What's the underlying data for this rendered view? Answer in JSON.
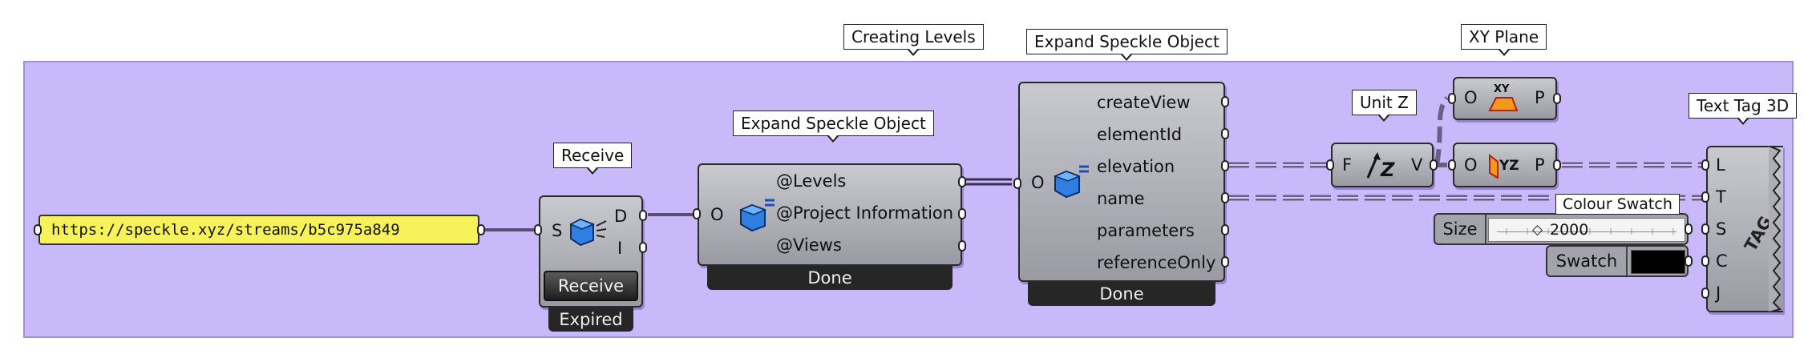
{
  "colors": {
    "group": "#c8b9fb",
    "panel": "#f7f25a",
    "component": "#b4b4bc",
    "footer": "#262626",
    "wire": "#5a4e72"
  },
  "panel": {
    "text": "https://speckle.xyz/streams/b5c975a849"
  },
  "receive": {
    "tag": "Receive",
    "inputs": [
      "S"
    ],
    "outputs": [
      "D",
      "I"
    ],
    "icon": "speckle-receive-cube-icon",
    "button": "Receive",
    "status": "Expired"
  },
  "expand1": {
    "tag": "Expand Speckle Object",
    "input": "O",
    "outputs": [
      "@Levels",
      "@Project Information",
      "@Views"
    ],
    "icon": "speckle-expand-cube-icon",
    "status": "Done"
  },
  "group_label": "Creating Levels",
  "expand2": {
    "tag": "Expand Speckle Object",
    "input": "O",
    "outputs": [
      "createView",
      "elementId",
      "elevation",
      "name",
      "parameters",
      "referenceOnly"
    ],
    "icon": "speckle-expand-cube-icon",
    "status": "Done"
  },
  "unitz": {
    "tag": "Unit Z",
    "input": "F",
    "output": "V",
    "icon": "unit-z-vector-icon"
  },
  "xyplane": {
    "tag": "XY Plane",
    "input": "O",
    "output": "P",
    "icon": "xy-plane-icon"
  },
  "yzplane": {
    "input": "O",
    "output": "P",
    "icon": "yz-plane-icon"
  },
  "slider": {
    "label": "Size",
    "value": "2000"
  },
  "swatch": {
    "tag": "Colour Swatch",
    "label": "Swatch",
    "color": "#000000"
  },
  "texttag": {
    "tag": "Text Tag 3D",
    "inputs": [
      "L",
      "T",
      "S",
      "C",
      "J"
    ],
    "icon_text": "TAG"
  }
}
